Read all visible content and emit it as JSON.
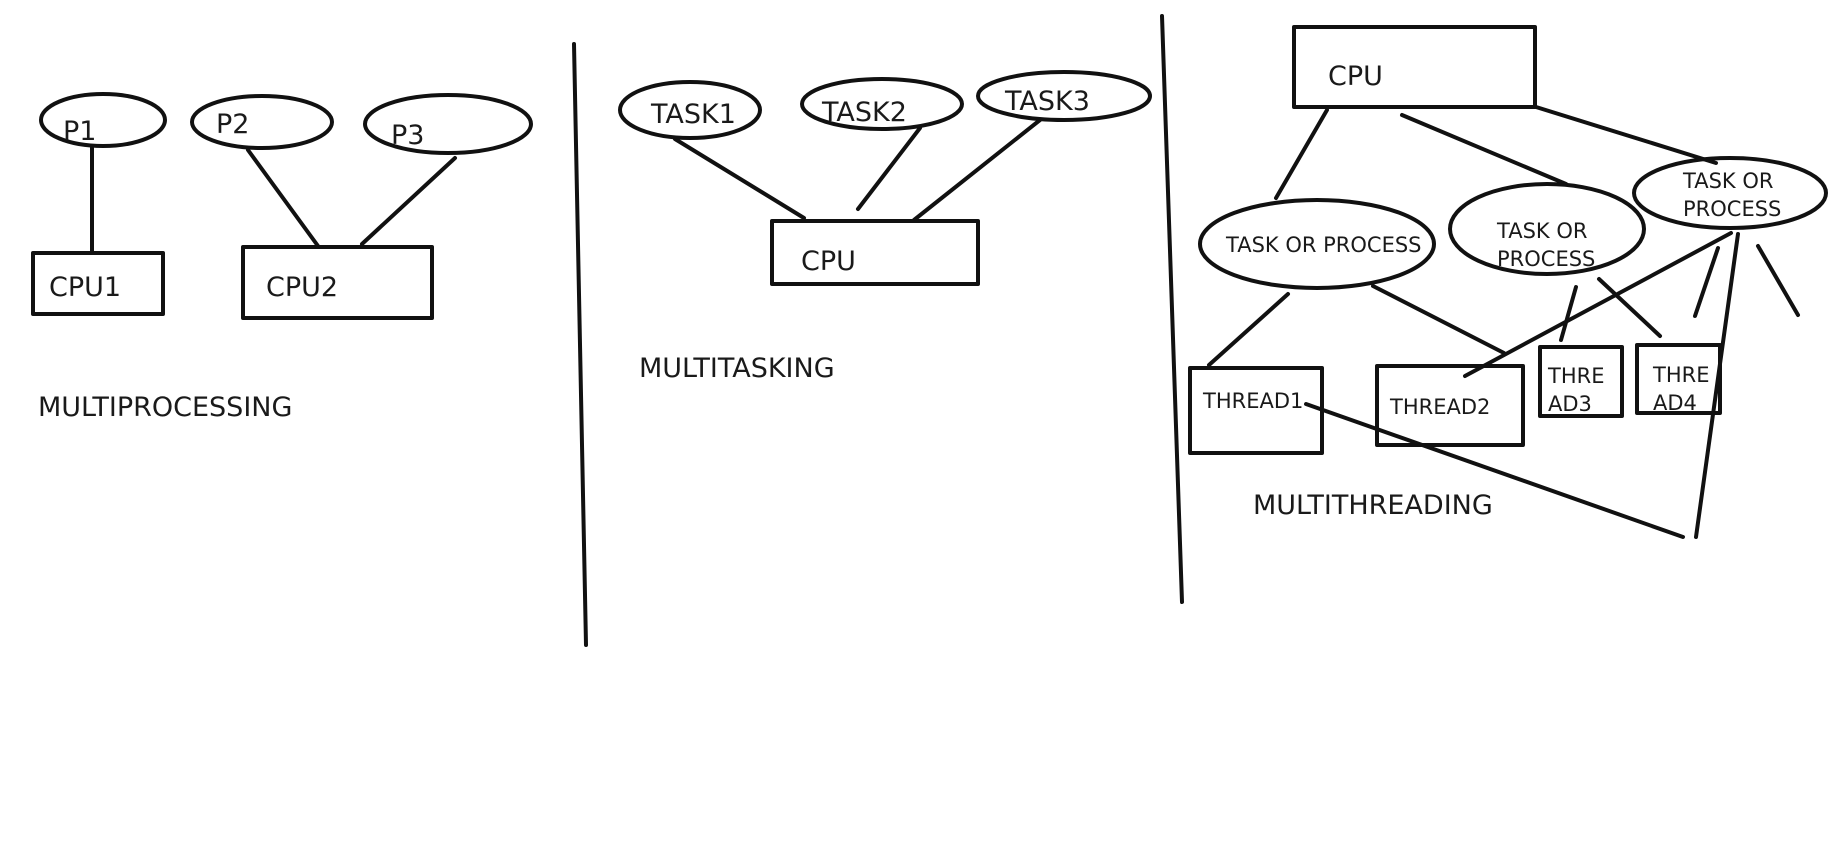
{
  "multiprocessing": {
    "caption": "MULTIPROCESSING",
    "processes": [
      "P1",
      "P2",
      "P3"
    ],
    "cpus": [
      "CPU1",
      "CPU2"
    ]
  },
  "multitasking": {
    "caption": "MULTITASKING",
    "tasks": [
      "TASK1",
      "TASK2",
      "TASK3"
    ],
    "cpu": "CPU"
  },
  "multithreading": {
    "caption": "MULTITHREADING",
    "cpu": "CPU",
    "process_1": "TASK OR PROCESS",
    "process_2": [
      "TASK OR",
      "PROCESS"
    ],
    "process_3": [
      "TASK OR",
      "PROCESS"
    ],
    "thread1": "THREAD1",
    "thread2": "THREAD2",
    "thread3": [
      "THRE",
      "AD3"
    ],
    "thread4": [
      "THRE",
      "AD4"
    ]
  }
}
